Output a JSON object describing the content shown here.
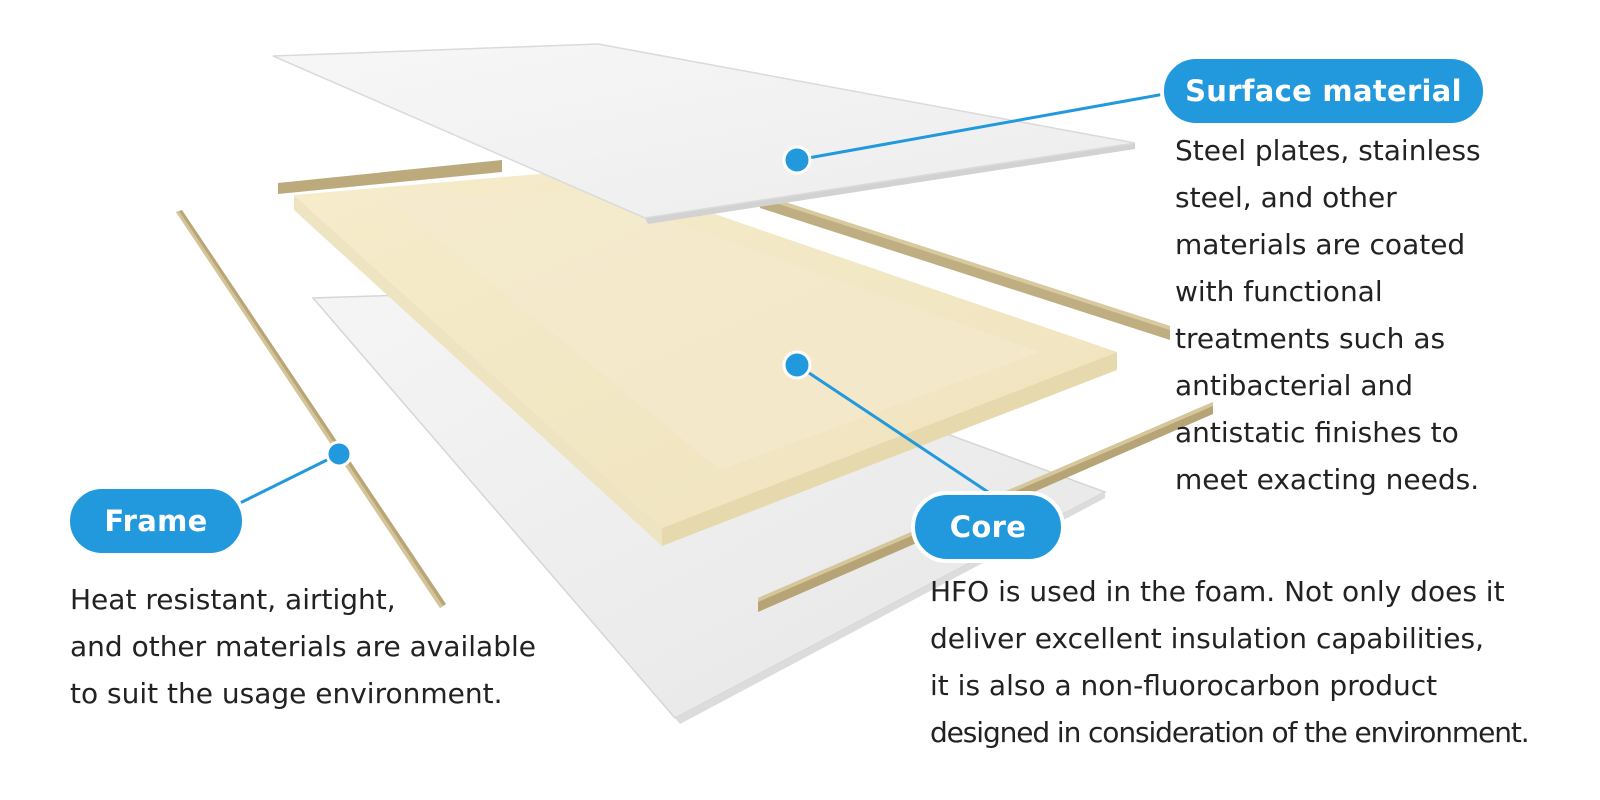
{
  "colors": {
    "accent": "#2299dc",
    "panel": "#f1f1f1",
    "core": "#f1e6c3",
    "frame": "#b9a77a"
  },
  "components": {
    "surface": {
      "label": "Surface material",
      "lines": [
        "Steel plates, stainless",
        "steel, and other",
        "materials are coated",
        "with functional",
        "treatments such as",
        "antibacterial and",
        "antistatic finishes to",
        "meet exacting needs."
      ]
    },
    "frame": {
      "label": "Frame",
      "lines": [
        "Heat resistant, airtight,",
        "and other materials are available",
        "to suit the usage environment."
      ]
    },
    "core": {
      "label": "Core",
      "lines": [
        "HFO is used in the foam. Not only does it",
        "deliver excellent insulation capabilities,",
        "it is also a non-fluorocarbon product",
        "designed in consideration of the environment."
      ]
    }
  }
}
